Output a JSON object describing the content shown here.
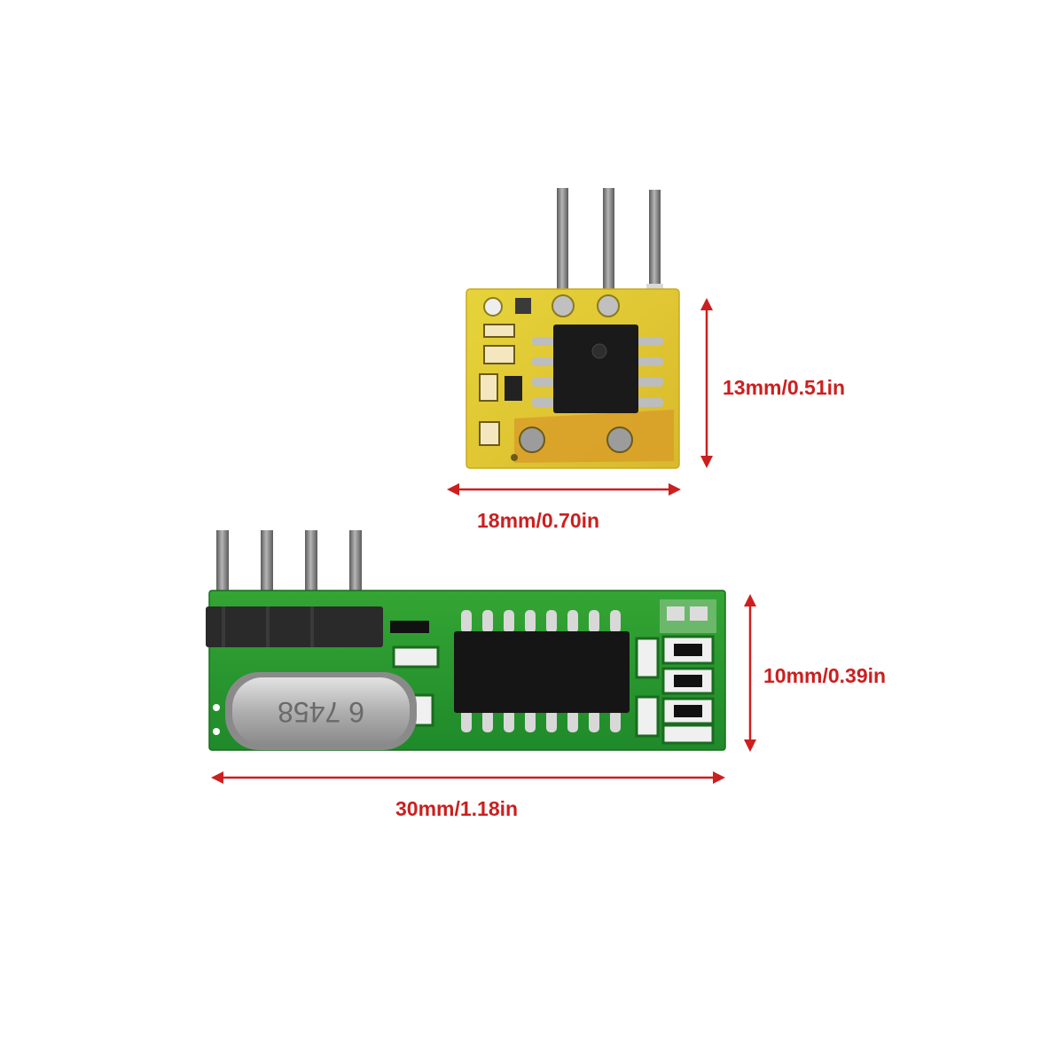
{
  "colors": {
    "dimension": "#cc1f1f",
    "transmitter_board": "#e3d234",
    "receiver_board": "#2d9b2d",
    "chip": "#1a1a1a",
    "crystal": "#b8b8b8",
    "header": "#2a2a2a",
    "pin": "#9a9a9a"
  },
  "transmitter": {
    "width_label": "18mm/0.70in",
    "height_label": "13mm/0.51in"
  },
  "receiver": {
    "width_label": "30mm/1.18in",
    "height_label": "10mm/0.39in",
    "crystal_text": "6 7458"
  }
}
